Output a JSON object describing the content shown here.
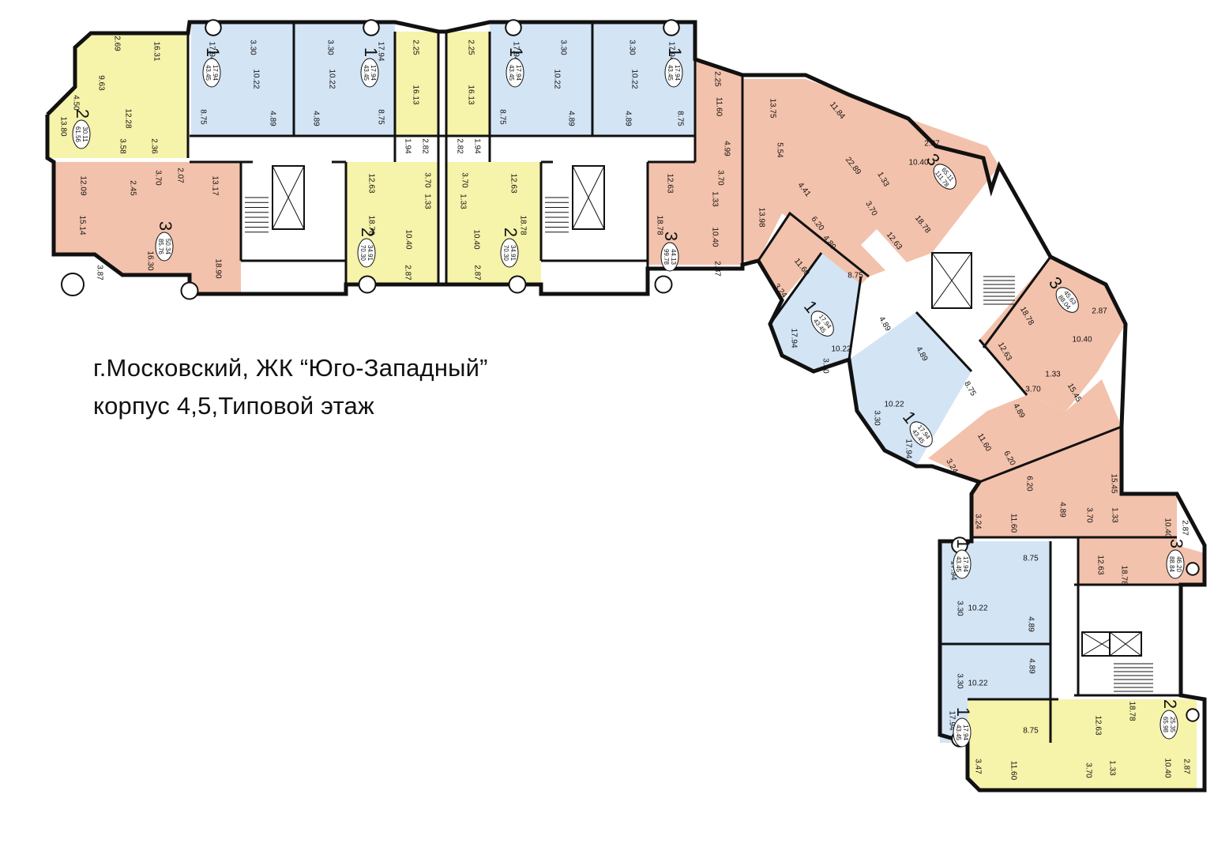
{
  "title": {
    "line1": "г.Московский, ЖК “Юго-Западный”",
    "line2": "корпус 4,5,Типовой этаж"
  },
  "colors": {
    "one_room": "#d3e4f5",
    "two_room": "#f6f3aa",
    "three_room": "#f3c2ac",
    "common": "#ffffff",
    "wall": "#111111",
    "text": "#111111"
  },
  "apartments": [
    {
      "id": "a1",
      "rooms": "2",
      "living": "30.11",
      "total": "61.56"
    },
    {
      "id": "a2",
      "rooms": "3",
      "living": "50.34",
      "total": "85.76"
    },
    {
      "id": "a3",
      "rooms": "1",
      "living": "17.94",
      "total": "43.45"
    },
    {
      "id": "a4",
      "rooms": "1",
      "living": "17.94",
      "total": "43.45"
    },
    {
      "id": "a5",
      "rooms": "2",
      "living": "34.91",
      "total": "70.30"
    },
    {
      "id": "a6",
      "rooms": "2",
      "living": "34.91",
      "total": "70.30"
    },
    {
      "id": "a7",
      "rooms": "1",
      "living": "17.94",
      "total": "43.45"
    },
    {
      "id": "a8",
      "rooms": "1",
      "living": "17.94",
      "total": "43.45"
    },
    {
      "id": "a9",
      "rooms": "3",
      "living": "44.13",
      "total": "99.78"
    },
    {
      "id": "a10",
      "rooms": "3",
      "living": "65.11",
      "total": "111.78"
    },
    {
      "id": "a11",
      "rooms": "1",
      "living": "17.94",
      "total": "43.45"
    },
    {
      "id": "a12",
      "rooms": "1",
      "living": "17.94",
      "total": "43.45"
    },
    {
      "id": "a13",
      "rooms": "3",
      "living": "45.63",
      "total": "88.04"
    },
    {
      "id": "a14",
      "rooms": "3",
      "living": "46.20",
      "total": "88.84"
    },
    {
      "id": "a15",
      "rooms": "1",
      "living": "17.94",
      "total": "43.45"
    },
    {
      "id": "a16",
      "rooms": "1",
      "living": "17.94",
      "total": "43.45"
    },
    {
      "id": "a17",
      "rooms": "2",
      "living": "25.35",
      "total": "65.98"
    }
  ],
  "room_areas": [
    "2.69",
    "16.31",
    "9.63",
    "4.50",
    "13.80",
    "12.28",
    "3.58",
    "2.36",
    "12.09",
    "2.45",
    "3.70",
    "2.07",
    "13.17",
    "15.14",
    "16.30",
    "18.90",
    "3.87",
    "17.94",
    "3.30",
    "10.22",
    "8.75",
    "4.89",
    "3.30",
    "10.22",
    "4.89",
    "17.94",
    "8.75",
    "2.25",
    "16.13",
    "1.94",
    "2.82",
    "3.70",
    "1.33",
    "12.63",
    "18.78",
    "10.40",
    "2.87",
    "2.25",
    "16.13",
    "2.82",
    "1.94",
    "3.70",
    "1.33",
    "12.63",
    "18.78",
    "10.40",
    "2.87",
    "17.94",
    "3.30",
    "10.22",
    "8.75",
    "4.89",
    "3.30",
    "10.22",
    "4.89",
    "17.94",
    "8.75",
    "2.25",
    "11.60",
    "4.99",
    "3.70",
    "1.33",
    "12.63",
    "18.78",
    "10.40",
    "2.87",
    "13.75",
    "5.54",
    "13.98",
    "11.84",
    "22.89",
    "2.87",
    "10.40",
    "4.41",
    "6.20",
    "4.89",
    "1.33",
    "3.70",
    "12.63",
    "18.78",
    "11.60",
    "3.24",
    "8.75",
    "17.94",
    "10.22",
    "3.30",
    "4.89",
    "4.89",
    "8.75",
    "10.22",
    "3.30",
    "17.94",
    "2.87",
    "10.40",
    "18.78",
    "12.63",
    "1.33",
    "3.70",
    "15.45",
    "4.89",
    "11.60",
    "6.20",
    "3.24",
    "6.20",
    "15.45",
    "4.89",
    "3.70",
    "1.33",
    "3.24",
    "11.60",
    "10.40",
    "2.87",
    "12.63",
    "18.78",
    "17.94",
    "8.75",
    "10.22",
    "3.30",
    "4.89",
    "4.89",
    "10.22",
    "3.30",
    "17.94",
    "8.75",
    "12.63",
    "18.78",
    "3.47",
    "11.60",
    "3.70",
    "1.33",
    "10.40",
    "2.87"
  ]
}
